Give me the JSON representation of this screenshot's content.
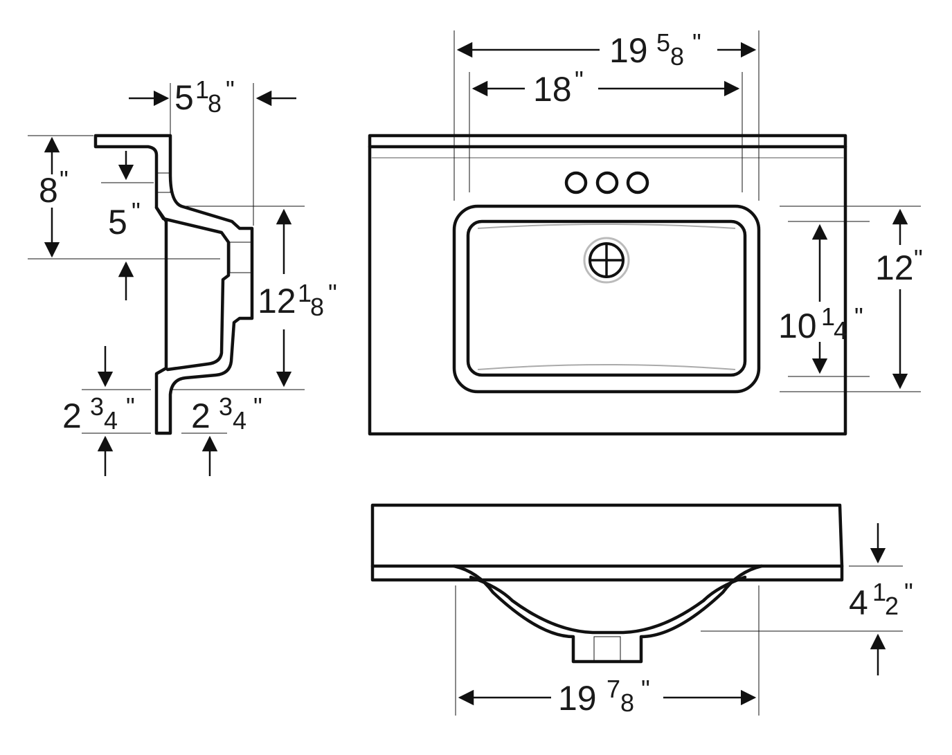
{
  "dimensions": {
    "side_top_width": {
      "whole": "5",
      "num": "1",
      "den": "8",
      "unit": "\""
    },
    "side_total_height": {
      "whole": "8",
      "unit": "\""
    },
    "side_inner_height": {
      "whole": "5",
      "unit": "\""
    },
    "side_bowl_depth": {
      "whole": "12",
      "num": "1",
      "den": "8",
      "unit": "\""
    },
    "side_lower_left": {
      "whole": "2",
      "num": "3",
      "den": "4",
      "unit": "\""
    },
    "side_lower_right": {
      "whole": "2",
      "num": "3",
      "den": "4",
      "unit": "\""
    },
    "top_overall_width": {
      "whole": "19",
      "num": "5",
      "den": "8",
      "unit": "\""
    },
    "top_inner_width": {
      "whole": "18",
      "unit": "\""
    },
    "top_outer_depth": {
      "whole": "12",
      "unit": "\""
    },
    "top_inner_depth": {
      "whole": "10",
      "num": "1",
      "den": "4",
      "unit": "\""
    },
    "front_width": {
      "whole": "19",
      "num": "7",
      "den": "8",
      "unit": "\""
    },
    "front_height": {
      "whole": "4",
      "num": "1",
      "den": "2",
      "unit": "\""
    }
  },
  "views": [
    "side-view",
    "top-view",
    "front-view"
  ],
  "colors": {
    "line": "#111111",
    "grey": "#aaaaaa",
    "background": "#ffffff"
  }
}
